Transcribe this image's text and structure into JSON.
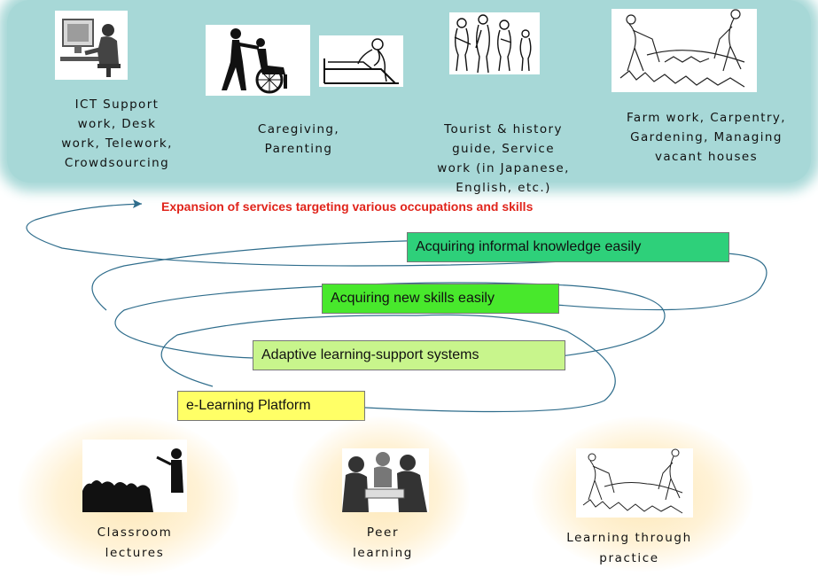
{
  "occupations": [
    {
      "icon": "computer-worker-icon",
      "label": "ICT Support\nwork, Desk\nwork, Telework,\nCrowdsourcing"
    },
    {
      "icon": "caregiving-icon",
      "label": "Caregiving,\nParenting"
    },
    {
      "icon": "tourist-guide-icon",
      "label": "Tourist & history\nguide, Service\nwork (in Japanese,\nEnglish, etc.)"
    },
    {
      "icon": "farm-work-icon",
      "label": "Farm work, Carpentry,\nGardening, Managing\nvacant houses"
    }
  ],
  "headline": "Expansion of services targeting various occupations and skills",
  "steps": [
    {
      "label": "Acquiring informal knowledge easily",
      "color": "#2ed07a"
    },
    {
      "label": "Acquiring new skills easily",
      "color": "#48e82c"
    },
    {
      "label": "Adaptive learning-support systems",
      "color": "#c8f58c"
    },
    {
      "label": "e-Learning Platform",
      "color": "#ffff66"
    }
  ],
  "learning_modes": [
    {
      "icon": "classroom-icon",
      "label": "Classroom\nlectures"
    },
    {
      "icon": "peer-learning-icon",
      "label": "Peer\nlearning"
    },
    {
      "icon": "practice-icon",
      "label": "Learning through\npractice"
    }
  ],
  "colors": {
    "band": "#a7d8d7",
    "headline": "#e0241b",
    "spiral": "#2f6d8c"
  }
}
